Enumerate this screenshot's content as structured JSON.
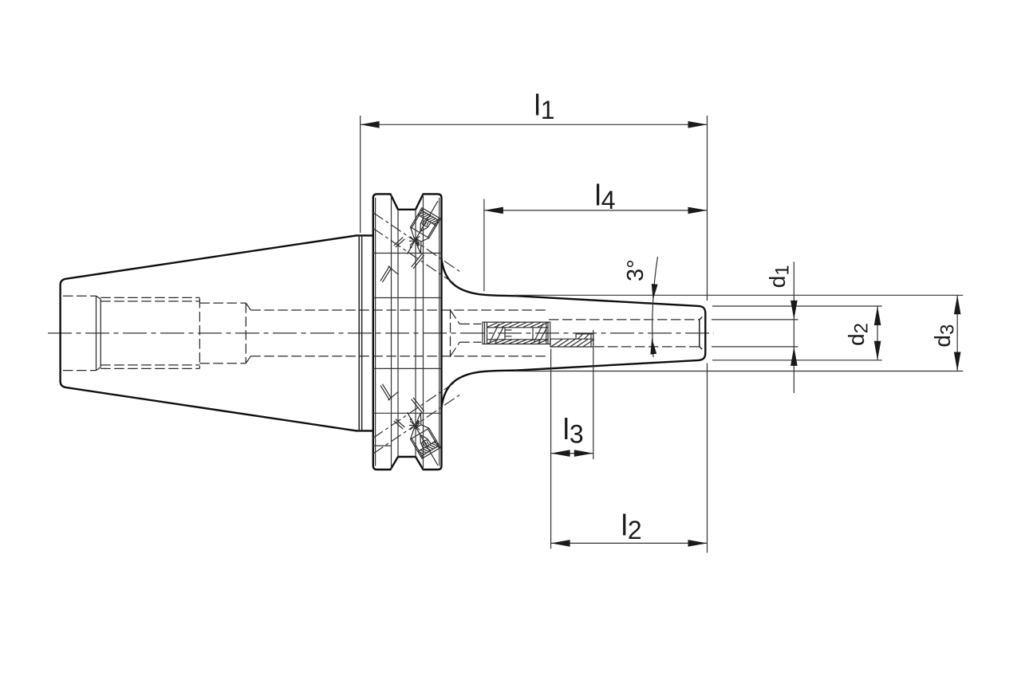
{
  "page": {
    "background": "#ffffff",
    "ink": "#1a1a1a"
  },
  "diagram": {
    "type": "technical-drawing",
    "view": "tool-holder-side-view-with-hidden-lines"
  },
  "dims": {
    "l1": {
      "base": "l",
      "sub": "1"
    },
    "l2": {
      "base": "l",
      "sub": "2"
    },
    "l3": {
      "base": "l",
      "sub": "3"
    },
    "l4": {
      "base": "l",
      "sub": "4"
    },
    "d1": {
      "base": "d",
      "sub": "1"
    },
    "d2": {
      "base": "d",
      "sub": "2"
    },
    "d3": {
      "base": "d",
      "sub": "3"
    },
    "angle": {
      "text": "3°"
    }
  }
}
